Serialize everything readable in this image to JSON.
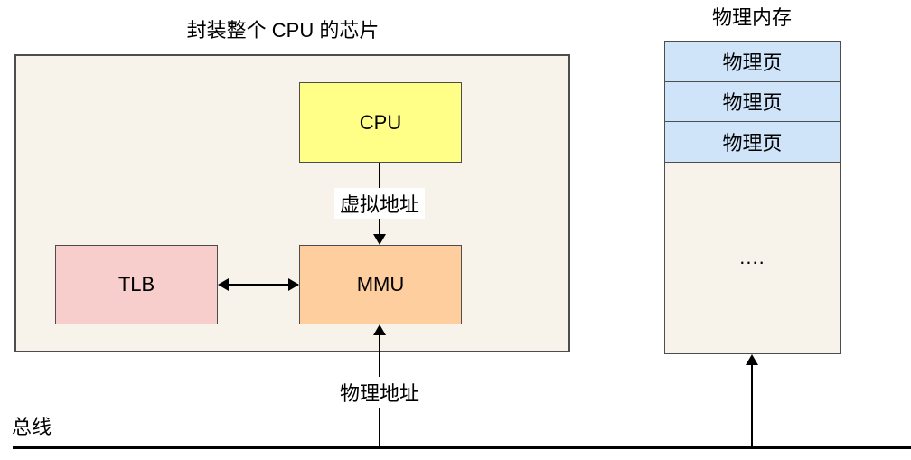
{
  "titles": {
    "chip": "封装整个 CPU 的芯片",
    "memory": "物理内存"
  },
  "chip": {
    "cpu_label": "CPU",
    "tlb_label": "TLB",
    "mmu_label": "MMU"
  },
  "edges": {
    "virtual_address": "虚拟地址",
    "physical_address": "物理地址"
  },
  "bus": {
    "label": "总线"
  },
  "memory": {
    "pages": [
      "物理页",
      "物理页",
      "物理页"
    ],
    "ellipsis": "...."
  },
  "colors": {
    "canvas_background": "#ffffff",
    "chip_background": "#f7f3ea",
    "cpu_fill": "#ffff88",
    "tlb_fill": "#f8cecc",
    "mmu_fill": "#ffce9e",
    "physical_page_fill": "#cfe3f9",
    "memory_background": "#f7f3ea",
    "box_border": "#4d4d4d",
    "arrow": "#000000",
    "text": "#000000"
  }
}
